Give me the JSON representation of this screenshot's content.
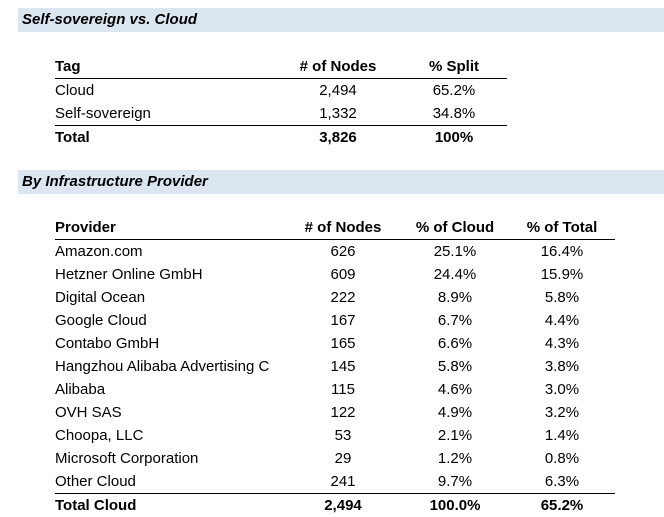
{
  "section1": {
    "title": "Self-sovereign vs. Cloud",
    "headers": [
      "Tag",
      "# of Nodes",
      "% Split"
    ],
    "rows": [
      [
        "Cloud",
        "2,494",
        "65.2%"
      ],
      [
        "Self-sovereign",
        "1,332",
        "34.8%"
      ]
    ],
    "total": [
      "Total",
      "3,826",
      "100%"
    ]
  },
  "section2": {
    "title": "By Infrastructure Provider",
    "headers": [
      "Provider",
      "# of Nodes",
      "% of Cloud",
      "% of Total"
    ],
    "rows": [
      [
        "Amazon.com",
        "626",
        "25.1%",
        "16.4%"
      ],
      [
        "Hetzner Online GmbH",
        "609",
        "24.4%",
        "15.9%"
      ],
      [
        "Digital Ocean",
        "222",
        "8.9%",
        "5.8%"
      ],
      [
        "Google Cloud",
        "167",
        "6.7%",
        "4.4%"
      ],
      [
        "Contabo GmbH",
        "165",
        "6.6%",
        "4.3%"
      ],
      [
        "Hangzhou Alibaba Advertising C",
        "145",
        "5.8%",
        "3.8%"
      ],
      [
        "Alibaba",
        "115",
        "4.6%",
        "3.0%"
      ],
      [
        "OVH SAS",
        "122",
        "4.9%",
        "3.2%"
      ],
      [
        "Choopa, LLC",
        "53",
        "2.1%",
        "1.4%"
      ],
      [
        "Microsoft Corporation",
        "29",
        "1.2%",
        "0.8%"
      ],
      [
        "Other Cloud",
        "241",
        "9.7%",
        "6.3%"
      ]
    ],
    "total": [
      "Total Cloud",
      "2,494",
      "100.0%",
      "65.2%"
    ]
  }
}
